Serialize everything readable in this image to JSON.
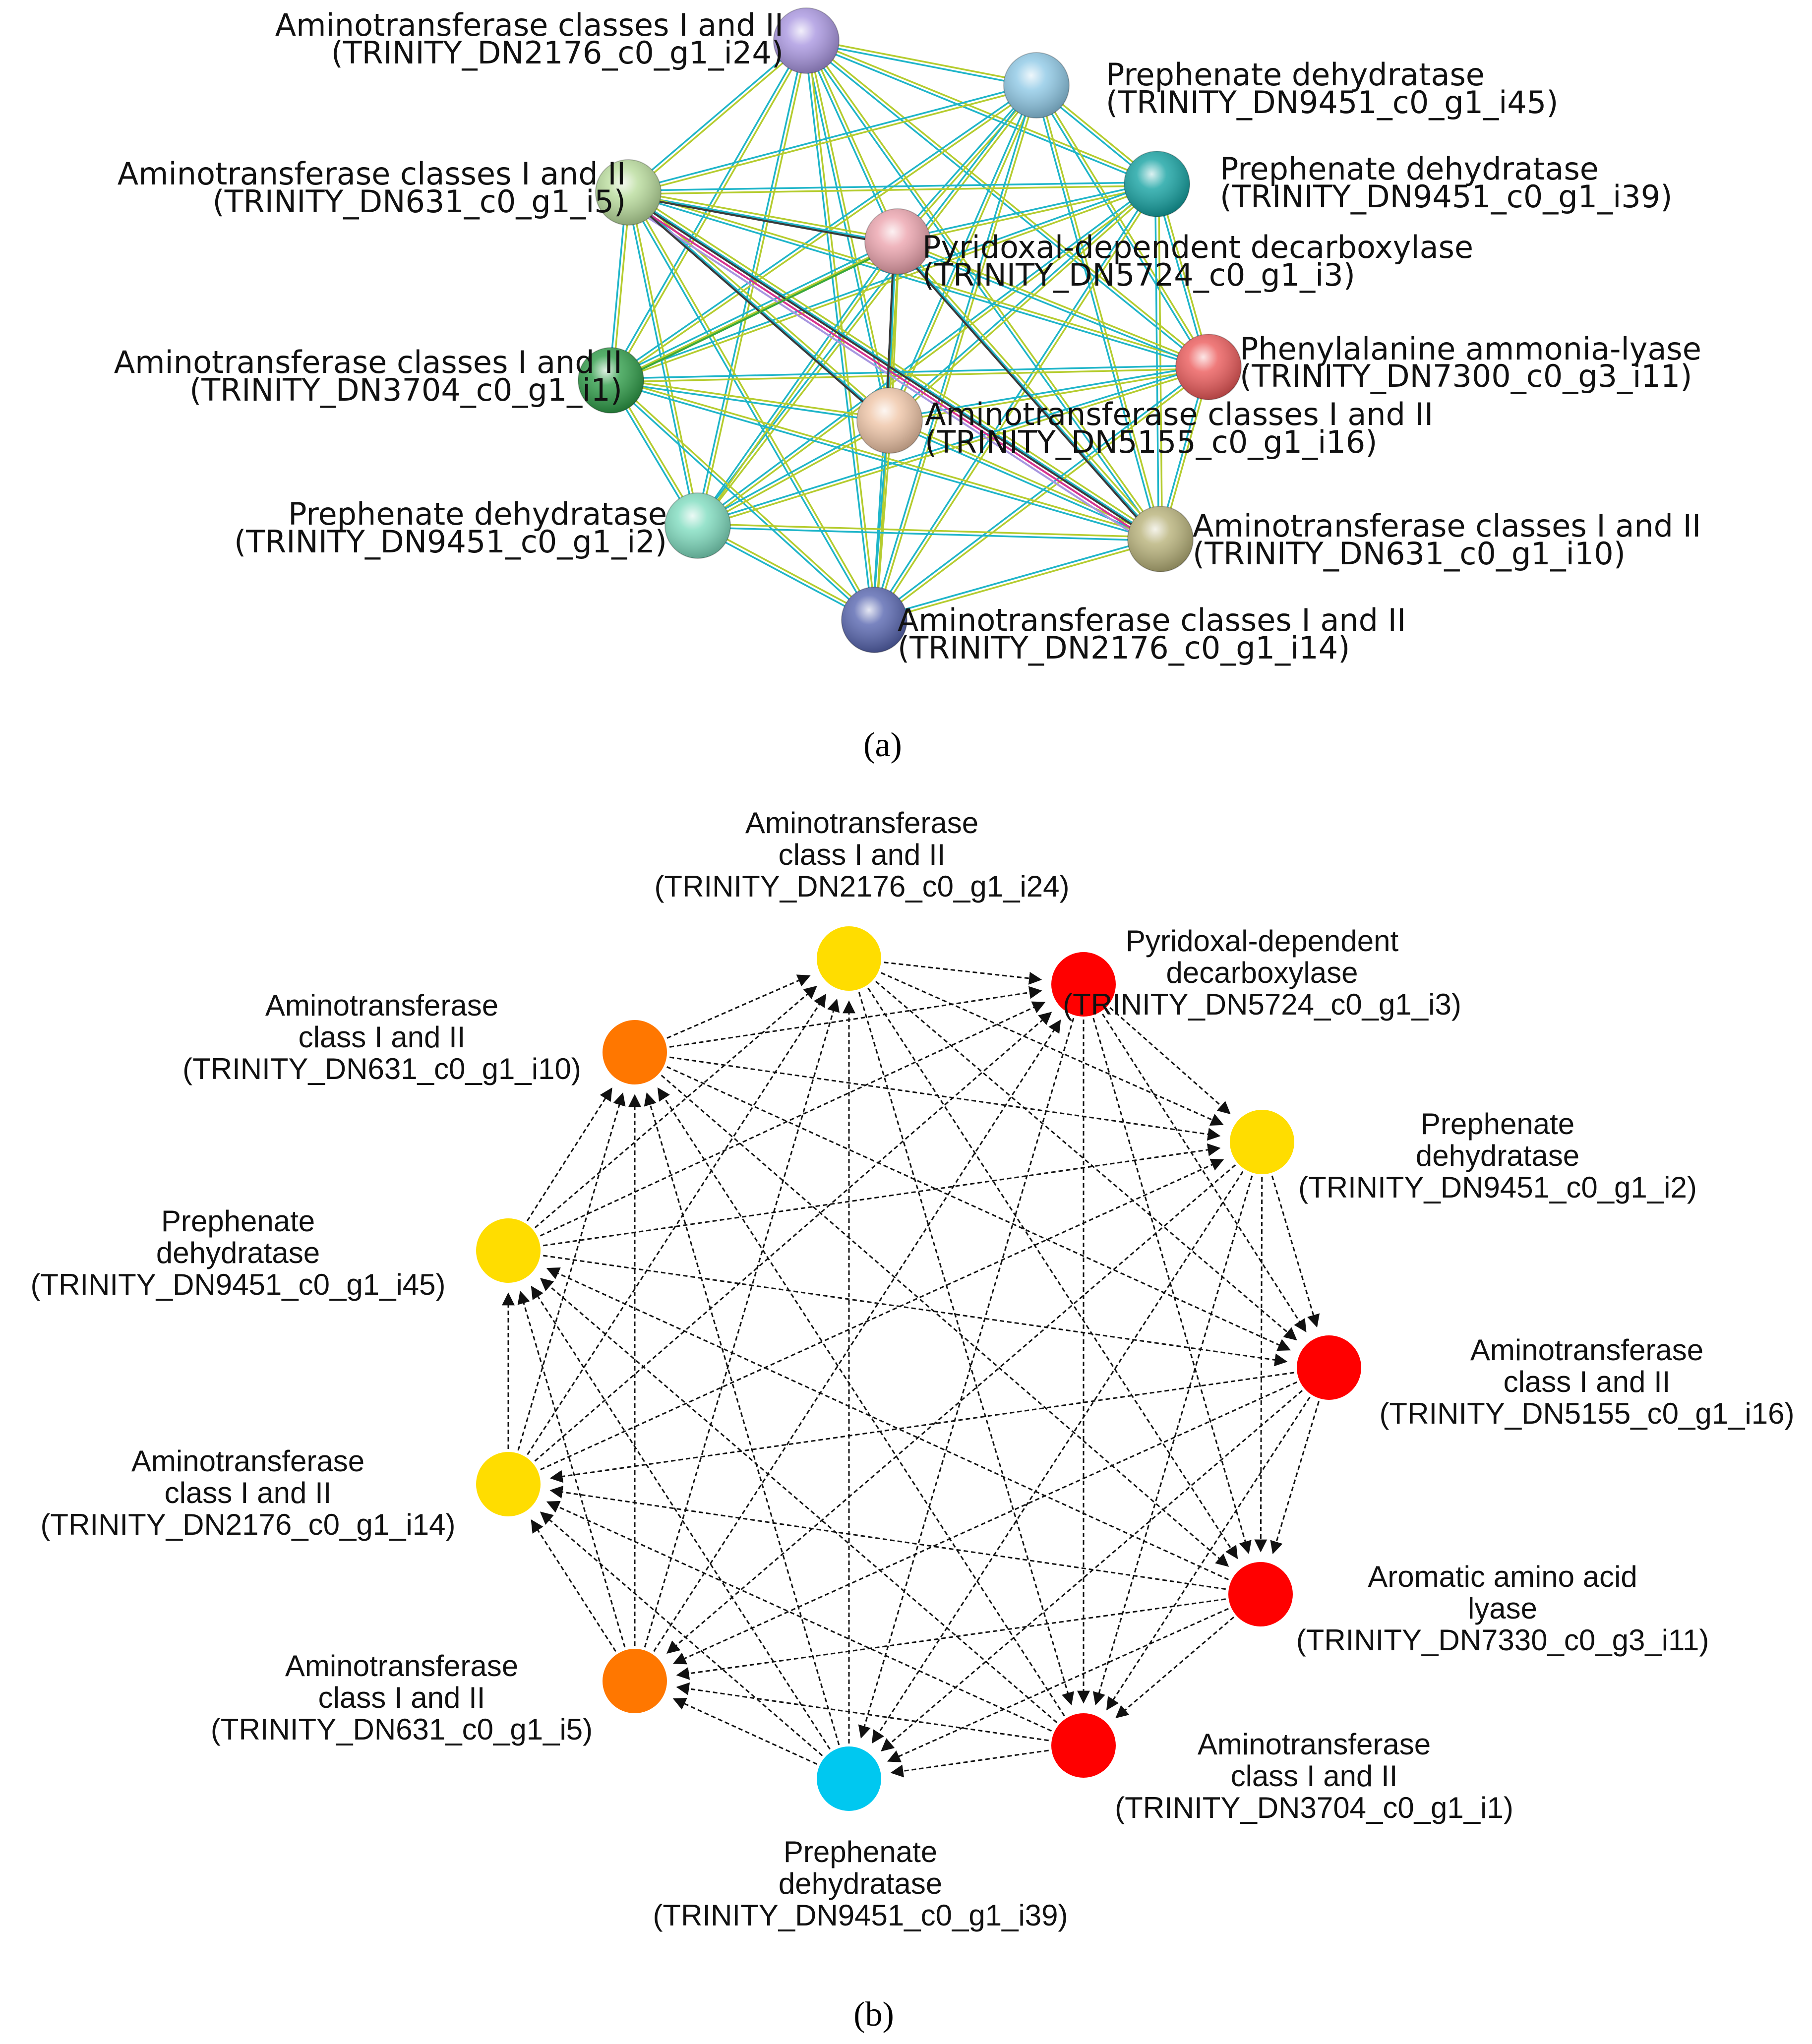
{
  "panel_a": {
    "caption": "(a)",
    "nodes": [
      {
        "id": "a24",
        "name": "Aminotransferase classes I and II",
        "code": "(TRINITY_DN2176_c0_g1_i24)",
        "color": "#a996e0"
      },
      {
        "id": "a45",
        "name": "Prephenate dehydratase",
        "code": "(TRINITY_DN9451_c0_g1_i45)",
        "color": "#8fc9e6"
      },
      {
        "id": "a39",
        "name": "Prephenate dehydratase",
        "code": "(TRINITY_DN9451_c0_g1_i39)",
        "color": "#16a3a3"
      },
      {
        "id": "a5",
        "name": "Aminotransferase classes I and II",
        "code": "(TRINITY_DN631_c0_g1_i5)",
        "color": "#b9dc9c"
      },
      {
        "id": "a3",
        "name": "Pyridoxal-dependent decarboxylase",
        "code": "(TRINITY_DN5724_c0_g1_i3)",
        "color": "#eca4ae"
      },
      {
        "id": "a11",
        "name": "Phenylalanine ammonia-lyase",
        "code": "(TRINITY_DN7300_c0_g3_i11)",
        "color": "#ec5b5b"
      },
      {
        "id": "a1",
        "name": "Aminotransferase classes I and II",
        "code": "(TRINITY_DN3704_c0_g1_i1)",
        "color": "#2f9d49"
      },
      {
        "id": "a16",
        "name": "Aminotransferase classes I and II",
        "code": "(TRINITY_DN5155_c0_g1_i16)",
        "color": "#efc5a7"
      },
      {
        "id": "a2",
        "name": "Prephenate dehydratase",
        "code": "(TRINITY_DN9451_c0_g1_i2)",
        "color": "#7fdcbf"
      },
      {
        "id": "a10",
        "name": "Aminotransferase classes I and II",
        "code": "(TRINITY_DN631_c0_g1_i10)",
        "color": "#b8b27a"
      },
      {
        "id": "a14",
        "name": "Aminotransferase classes I and II",
        "code": "(TRINITY_DN2176_c0_g1_i14)",
        "color": "#5866b0"
      }
    ]
  },
  "panel_b": {
    "caption": "(b)",
    "nodes": [
      {
        "id": "b24",
        "lines": [
          "Aminotransferase",
          "class I and II",
          "(TRINITY_DN2176_c0_g1_i24)"
        ],
        "color": "#ffdd00"
      },
      {
        "id": "b3",
        "lines": [
          "Pyridoxal-dependent",
          "decarboxylase",
          "(TRINITY_DN5724_c0_g1_i3)"
        ],
        "color": "#ff0000"
      },
      {
        "id": "b2",
        "lines": [
          "Prephenate",
          "dehydratase",
          "(TRINITY_DN9451_c0_g1_i2)"
        ],
        "color": "#ffdd00"
      },
      {
        "id": "b16",
        "lines": [
          "Aminotransferase",
          "class I and II",
          "(TRINITY_DN5155_c0_g1_i16)"
        ],
        "color": "#ff0000"
      },
      {
        "id": "b11",
        "lines": [
          "Aromatic amino acid",
          "lyase",
          "(TRINITY_DN7330_c0_g3_i11)"
        ],
        "color": "#ff0000"
      },
      {
        "id": "b1",
        "lines": [
          "Aminotransferase",
          "class I and II",
          "(TRINITY_DN3704_c0_g1_i1)"
        ],
        "color": "#ff0000"
      },
      {
        "id": "b39",
        "lines": [
          "Prephenate",
          "dehydratase",
          "(TRINITY_DN9451_c0_g1_i39)"
        ],
        "color": "#00c8f0"
      },
      {
        "id": "b5",
        "lines": [
          "Aminotransferase",
          "class I and II",
          "(TRINITY_DN631_c0_g1_i5)"
        ],
        "color": "#ff7700"
      },
      {
        "id": "b14",
        "lines": [
          "Aminotransferase",
          "class I and II",
          "(TRINITY_DN2176_c0_g1_i14)"
        ],
        "color": "#ffdd00"
      },
      {
        "id": "b45",
        "lines": [
          "Prephenate",
          "dehydratase",
          "(TRINITY_DN9451_c0_g1_i45)"
        ],
        "color": "#ffdd00"
      },
      {
        "id": "b10",
        "lines": [
          "Aminotransferase",
          "class I and II",
          "(TRINITY_DN631_c0_g1_i10)"
        ],
        "color": "#ff7700"
      }
    ]
  },
  "colors": {
    "edge_cyan": "#1fb5c9",
    "edge_lime": "#b5cc2e",
    "edge_green": "#3aa93a",
    "edge_dark": "#3b3b3b",
    "edge_magenta": "#d6338f",
    "edge_lavender": "#a796e0",
    "arrow": "#111111"
  }
}
